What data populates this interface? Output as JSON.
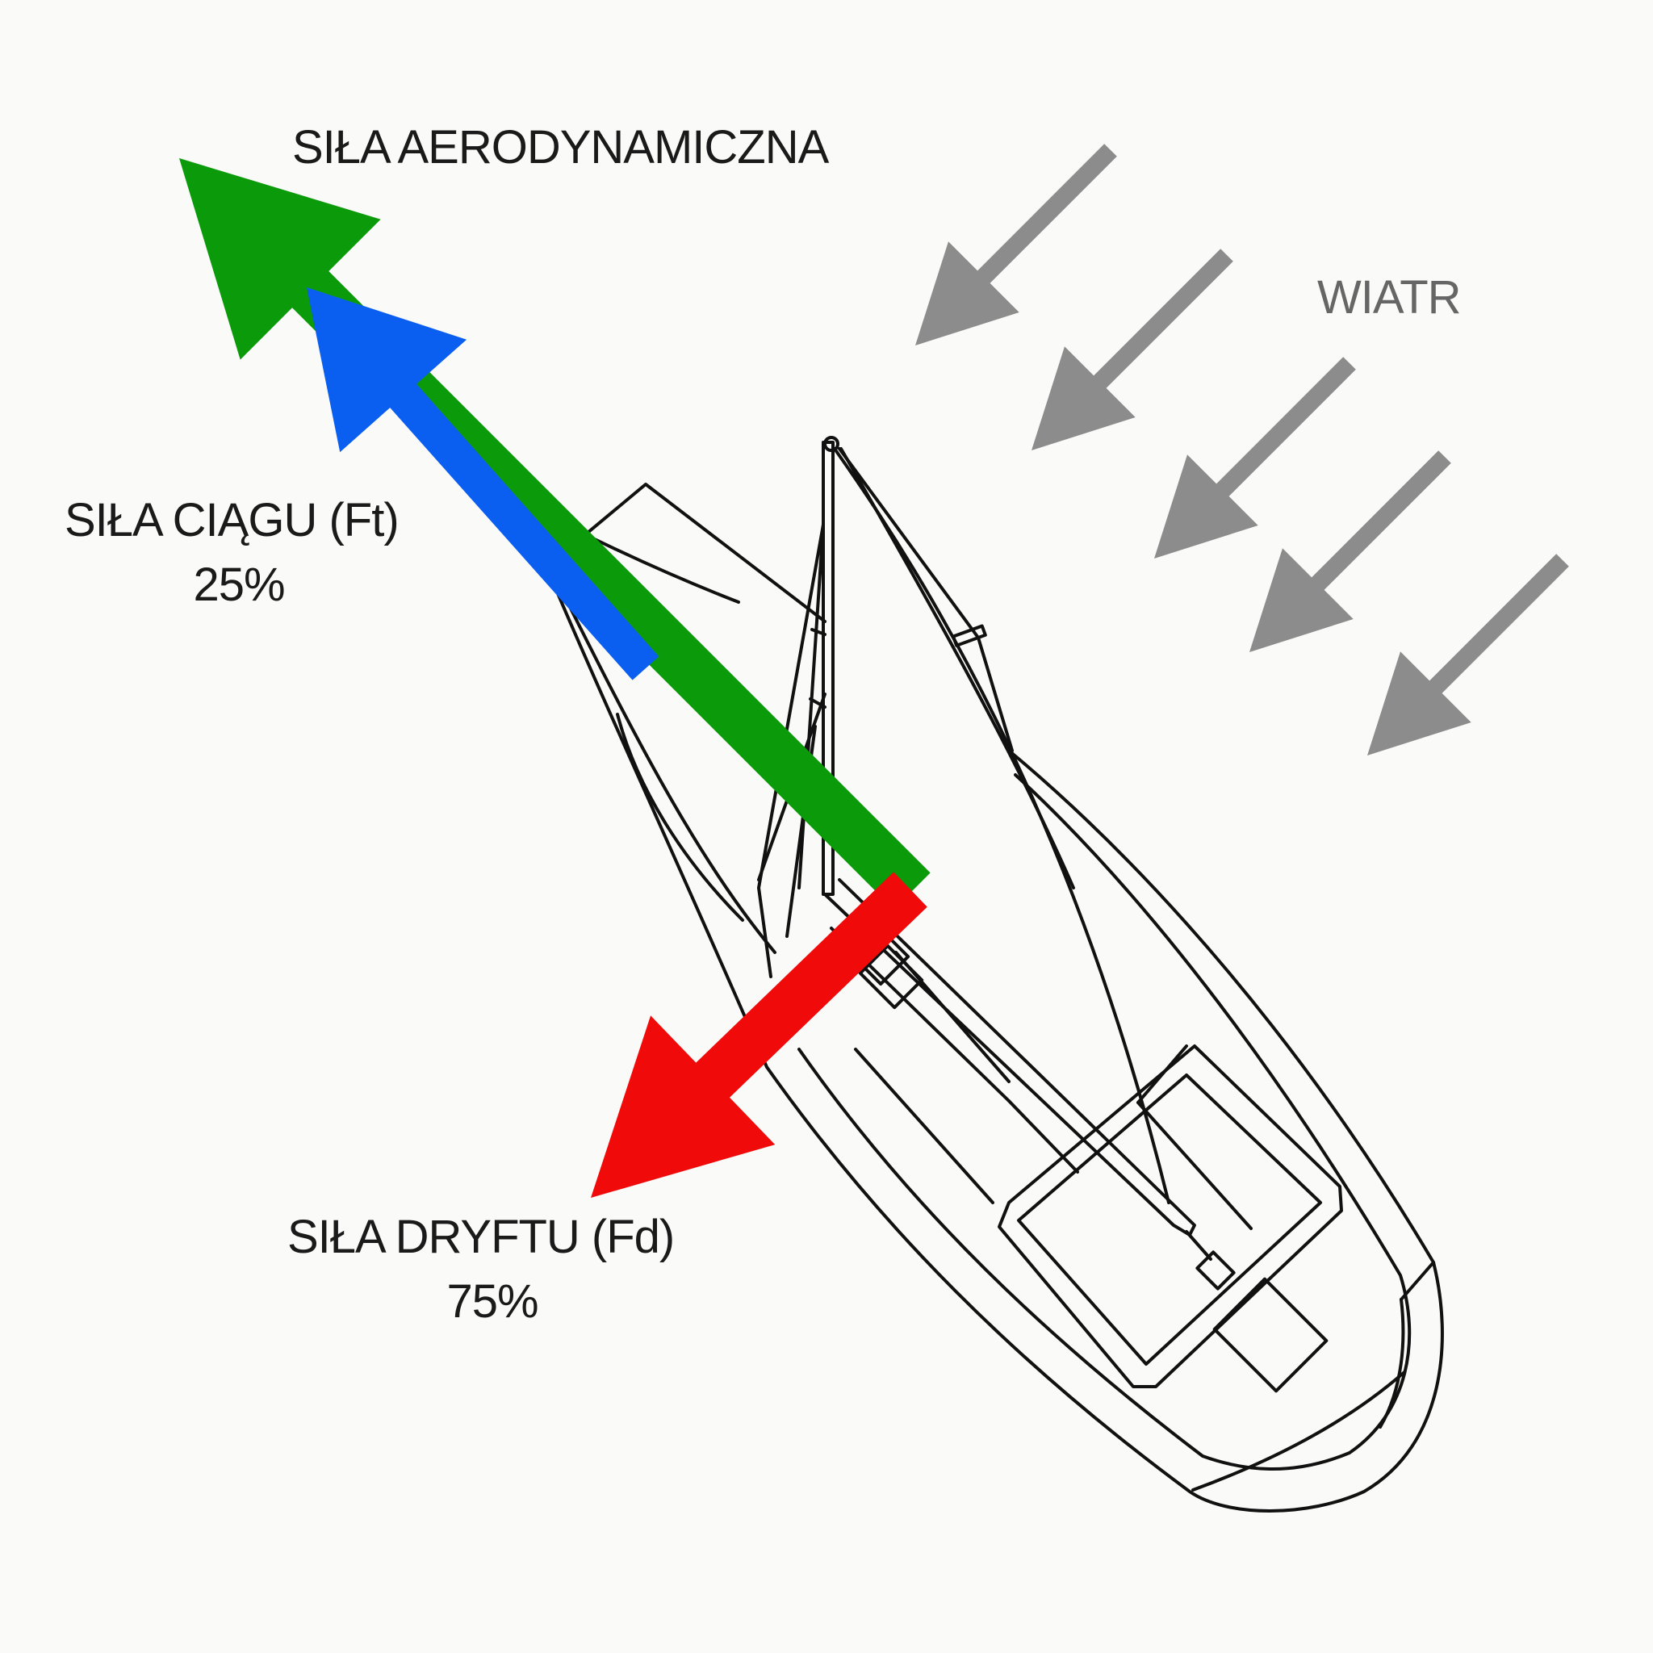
{
  "labels": {
    "aero": "SIŁA AERODYNAMICZNA",
    "wind": "WIATR",
    "thrust_name": "SIŁA CIĄGU (Ft)",
    "thrust_pct": "25%",
    "drift_name": "SIŁA DRYFTU (Fd)",
    "drift_pct": "75%"
  },
  "colors": {
    "aero_arrow": "#0a9a0a",
    "thrust_arrow": "#0a5ff0",
    "drift_arrow": "#f00a0a",
    "wind_arrow": "#8c8c8c",
    "label_text": "#1a1a1a",
    "wind_text": "#666666",
    "outline": "#111111"
  },
  "icons": {
    "aero": "aerodynamic-force-arrow",
    "thrust": "thrust-force-arrow",
    "drift": "drift-force-arrow",
    "wind": "wind-direction-arrow",
    "boat": "sailboat-illustration"
  }
}
